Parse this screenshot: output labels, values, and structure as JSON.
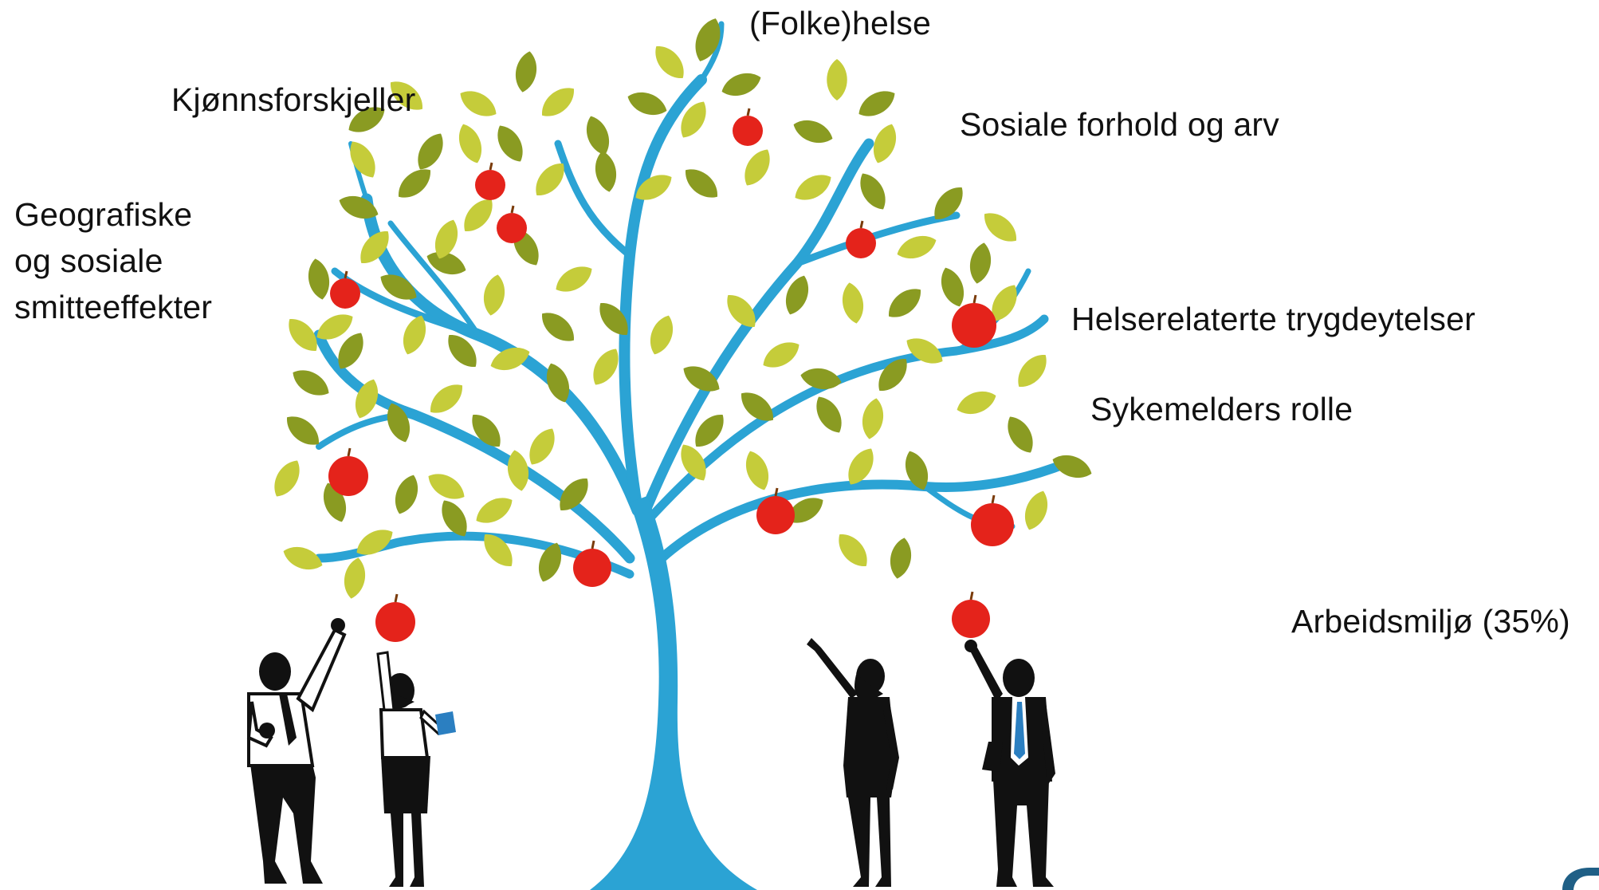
{
  "labels": {
    "folkehelse": "(Folke)helse",
    "kjonnsforskjeller": "Kjønnsforskjeller",
    "sosiale_forhold": "Sosiale forhold og arv",
    "geografiske_1": "Geografiske",
    "geografiske_2": "og sosiale",
    "geografiske_3": "smitteeffekter",
    "helserelaterte": "Helserelaterte trygdeytelser",
    "sykemelder": "Sykemelders rolle",
    "arbeidsmiljo": "Arbeidsmiljø (35%)"
  },
  "colors": {
    "trunk": "#2ba3d4",
    "leaf_dark": "#8a9b22",
    "leaf_light": "#c5cc3a",
    "apple": "#e4231b",
    "silhouette": "#111111",
    "corner_mark": "#1f5f86"
  },
  "figures": [
    {
      "name": "man-with-tie",
      "icon": "businessman-silhouette-icon"
    },
    {
      "name": "woman-with-book",
      "icon": "businesswoman-silhouette-icon"
    },
    {
      "name": "woman-reaching",
      "icon": "businesswoman-silhouette-icon"
    },
    {
      "name": "man-with-blue-tie",
      "icon": "businessman-silhouette-icon"
    }
  ]
}
